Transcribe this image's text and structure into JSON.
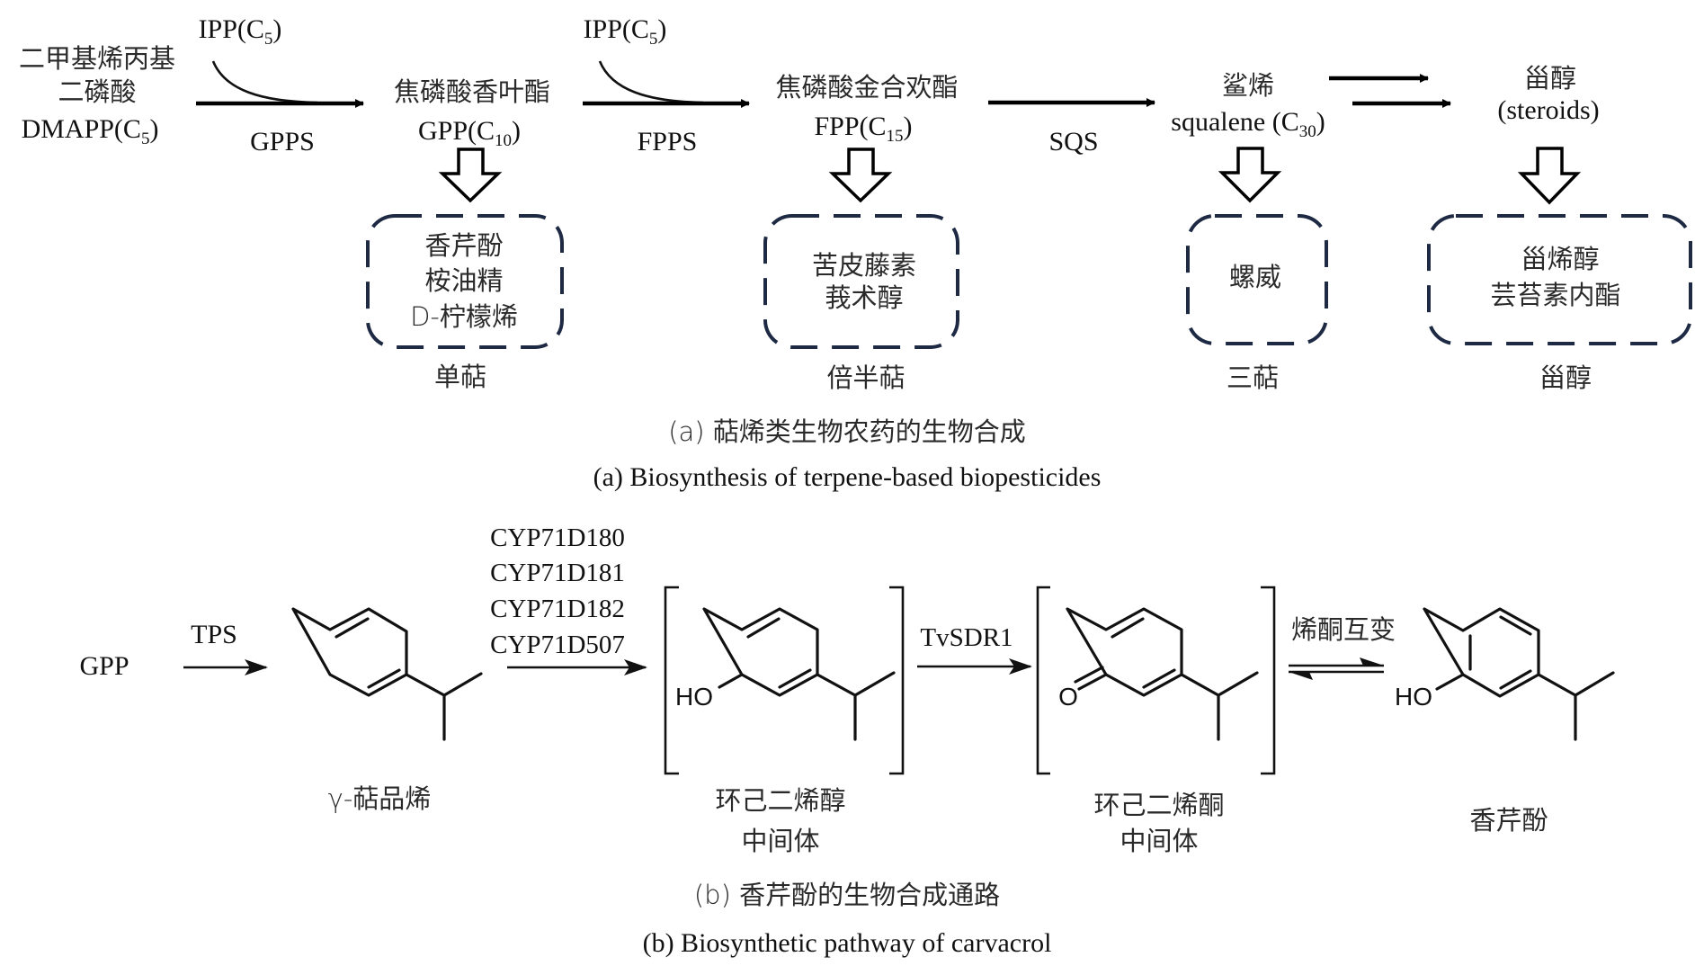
{
  "part_a": {
    "start": {
      "zh_line1": "二甲基烯丙基",
      "zh_line2": "二磷酸",
      "en": "DMAPP(C",
      "en_sub": "5",
      "en_close": ")"
    },
    "ipp_labels": [
      {
        "text": "IPP(C",
        "sub": "5",
        "close": ")"
      },
      {
        "text": "IPP(C",
        "sub": "5",
        "close": ")"
      }
    ],
    "enzymes": [
      "GPPS",
      "FPPS",
      "SQS"
    ],
    "intermediates": [
      {
        "zh": "焦磷酸香叶酯",
        "en": "GPP(C",
        "sub": "10",
        "close": ")"
      },
      {
        "zh": "焦磷酸金合欢酯",
        "en": "FPP(C",
        "sub": "15",
        "close": ")"
      },
      {
        "zh": "鲨烯",
        "en": "squalene (C",
        "sub": "30",
        "close": ")"
      },
      {
        "zh": "甾醇",
        "en": "(steroids)"
      }
    ],
    "product_boxes": [
      {
        "items": [
          "香芹酚",
          "桉油精",
          "D-柠檬烯"
        ],
        "class_label": "单萜"
      },
      {
        "items": [
          "苦皮藤素",
          "莪术醇"
        ],
        "class_label": "倍半萜"
      },
      {
        "items": [
          "螺威"
        ],
        "class_label": "三萜"
      },
      {
        "items": [
          "甾烯醇",
          "芸苔素内酯"
        ],
        "class_label": "甾醇"
      }
    ],
    "caption_zh": "(a) 萜烯类生物农药的生物合成",
    "caption_en": "(a) Biosynthesis of terpene-based biopesticides"
  },
  "part_b": {
    "substrate": "GPP",
    "steps": [
      {
        "enzyme_lines": [
          "TPS"
        ]
      },
      {
        "enzyme_lines": [
          "CYP71D180",
          "CYP71D181",
          "CYP71D182",
          "CYP71D507"
        ]
      },
      {
        "enzyme_lines": [
          "TvSDR1"
        ]
      },
      {
        "enzyme_lines": [
          "烯酮互变"
        ]
      }
    ],
    "compounds": [
      {
        "name_lines": [
          "γ-萜品烯"
        ]
      },
      {
        "name_lines": [
          "环己二烯醇",
          "中间体"
        ],
        "substituent": "HO"
      },
      {
        "name_lines": [
          "环己二烯酮",
          "中间体"
        ],
        "substituent": "O"
      },
      {
        "name_lines": [
          "香芹酚"
        ],
        "substituent": "HO"
      }
    ],
    "caption_zh": "(b) 香芹酚的生物合成通路",
    "caption_en": "(b) Biosynthetic pathway of carvacrol"
  },
  "colors": {
    "dashed_box": "#1e2a44",
    "ink": "#111111"
  }
}
